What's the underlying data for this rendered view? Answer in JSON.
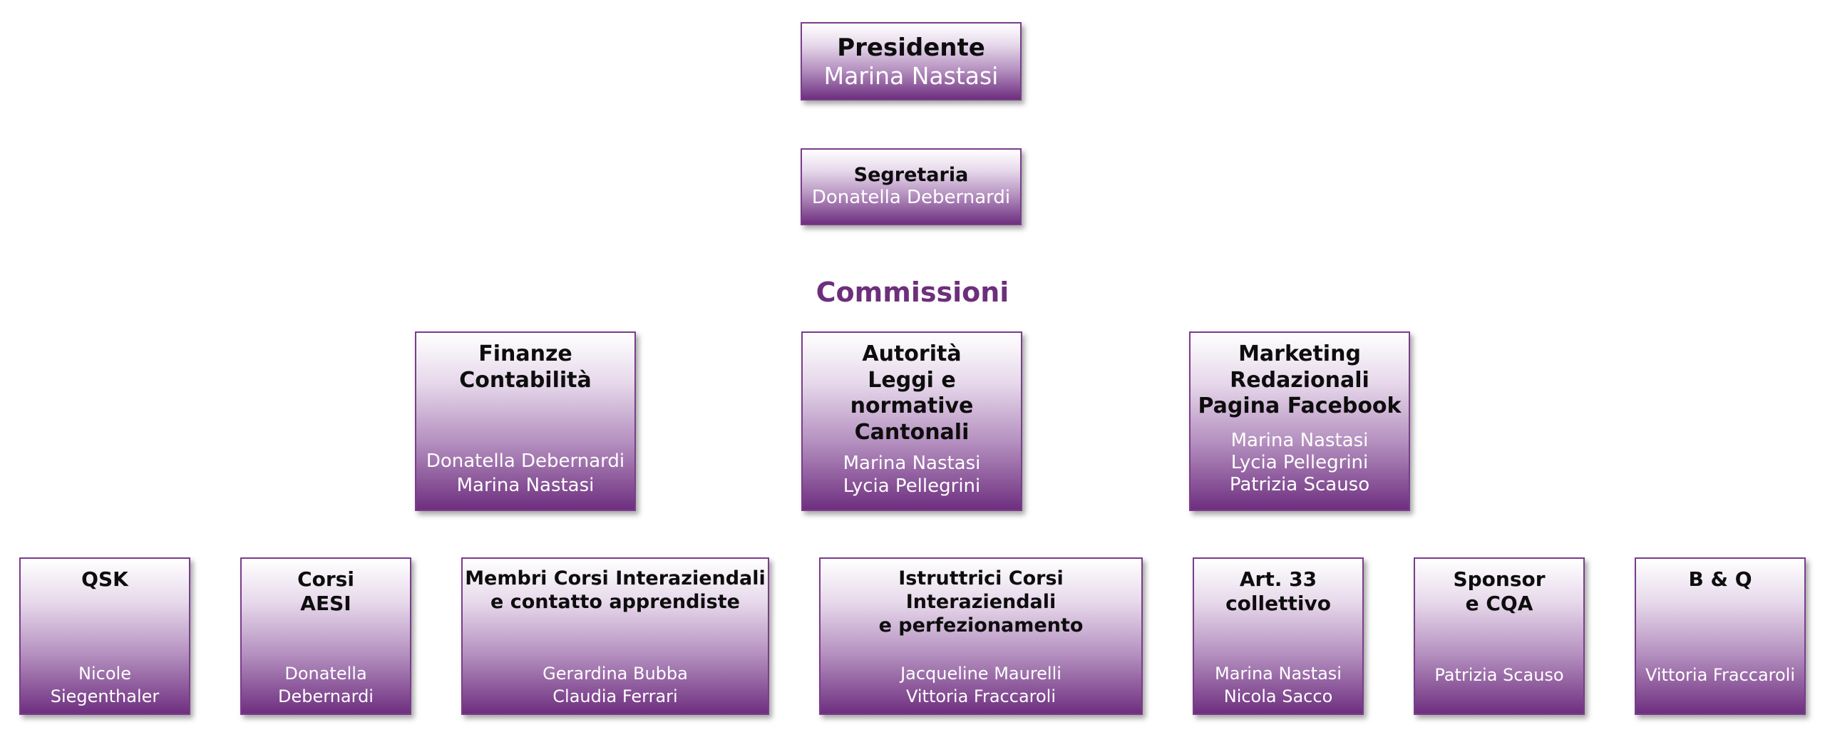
{
  "presidente": {
    "title": "Presidente",
    "names": "Marina Nastasi"
  },
  "segretaria": {
    "title": "Segretaria",
    "names": "Donatella Debernardi"
  },
  "commissioni_heading": "Commissioni",
  "colors": {
    "box_border": "#7a3d8a",
    "gradient_top": "#ffffff",
    "gradient_bottom": "#6e2f7f",
    "heading": "#6d2f7c",
    "names_text": "#ffffff"
  },
  "commissioni": [
    {
      "title": "Finanze\nContabilità",
      "names": "Donatella Debernardi\nMarina Nastasi"
    },
    {
      "title": "Autorità\nLeggi e normative\nCantonali",
      "names": "Marina Nastasi\nLycia Pellegrini"
    },
    {
      "title": "Marketing\nRedazionali\nPagina Facebook",
      "names": "Marina Nastasi\nLycia Pellegrini\nPatrizia Scauso"
    }
  ],
  "gruppi": [
    {
      "title": "QSK",
      "names": "Nicole\nSiegenthaler"
    },
    {
      "title": "Corsi\nAESI",
      "names": "Donatella\nDebernardi"
    },
    {
      "title": "Membri Corsi Interaziendali\ne contatto apprendiste",
      "names": "Gerardina Bubba\nClaudia Ferrari"
    },
    {
      "title": "Istruttrici Corsi Interaziendali\ne perfezionamento",
      "names": "Jacqueline Maurelli\nVittoria Fraccaroli"
    },
    {
      "title": "Art. 33\ncollettivo",
      "names": "Marina Nastasi\nNicola Sacco"
    },
    {
      "title": "Sponsor\ne CQA",
      "names": "Patrizia Scauso"
    },
    {
      "title": "B & Q",
      "names": "Vittoria Fraccaroli"
    }
  ]
}
